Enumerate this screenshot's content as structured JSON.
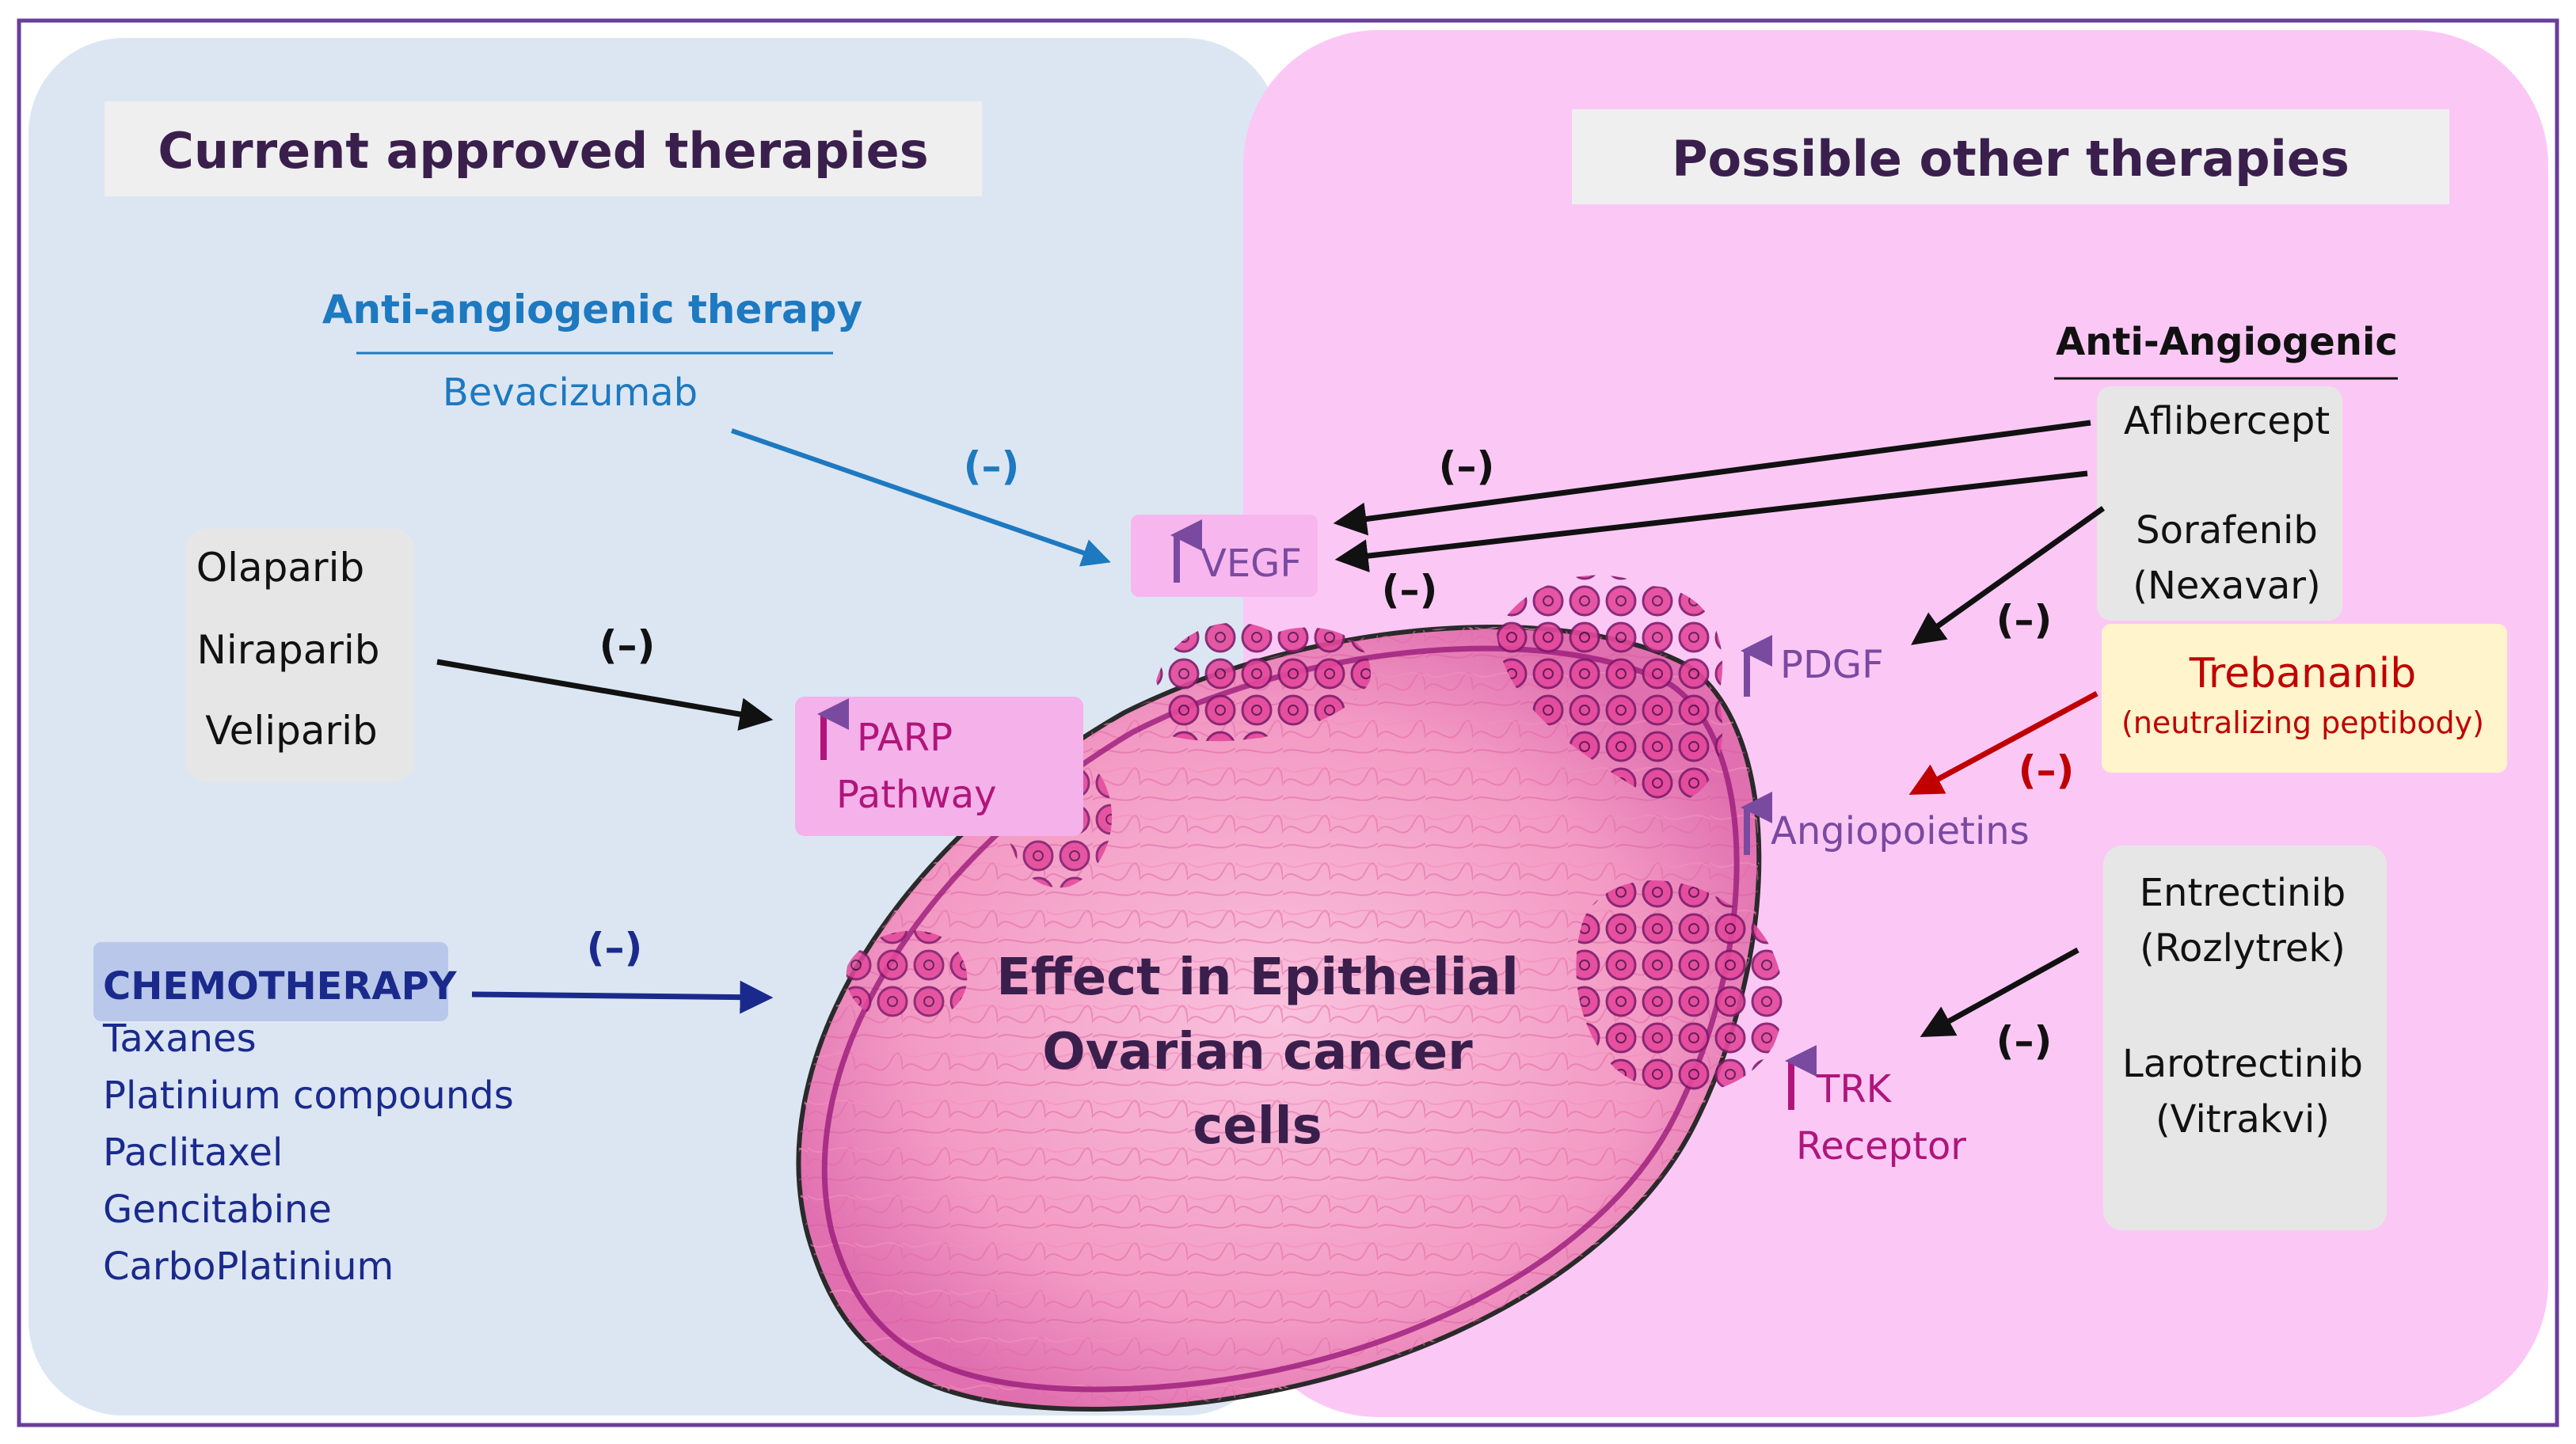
{
  "panels": {
    "left_title": "Current approved therapies",
    "right_title": "Possible other therapies"
  },
  "anti_angiogenic_therapy": {
    "heading": "Anti-angiogenic therapy",
    "drug": "Bevacizumab"
  },
  "parp_inhibitors": {
    "drugs": [
      "Olaparib",
      "Niraparib",
      "Veliparib"
    ]
  },
  "chemotherapy": {
    "heading": "CHEMOTHERAPY",
    "drugs": [
      "Taxanes",
      "Platinium compounds",
      "Paclitaxel",
      "Gencitabine",
      "CarboPlatinium"
    ]
  },
  "targets": {
    "vegf": "VEGF",
    "parp_line1": "PARP",
    "parp_line2": "Pathway",
    "pdgf": "PDGF",
    "angiopoietins": "Angiopoietins",
    "trk_line1": "TRK",
    "trk_line2": "Receptor"
  },
  "cell": {
    "line1": "Effect in Epithelial",
    "line2": "Ovarian cancer",
    "line3": "cells"
  },
  "right_side": {
    "anti_angiogenic_heading": "Anti-Angiogenic",
    "aflibercept": "Aflibercept",
    "sorafenib": "Sorafenib",
    "sorafenib_brand": "(Nexavar)",
    "trebananib": "Trebananib",
    "trebananib_note": "(neutralizing peptibody)",
    "entrectinib": "Entrectinib",
    "entrectinib_brand": "(Rozlytrek)",
    "larotrectinib": "Larotrectinib",
    "larotrectinib_brand": "(Vitrakvi)"
  },
  "inhibition_label": "(–)",
  "colors": {
    "frame": "#6a3d9a",
    "left_bg": "#dce6f3",
    "right_bg": "#fbc8f6",
    "title_box": "#efefef",
    "dark_title": "#3a1f4d",
    "blue_accent": "#1d79c0",
    "chemo_blue": "#1a2a8c",
    "purple_target": "#7a4aa0",
    "magenta_target": "#b0157a",
    "trebananib_red": "#c00000",
    "trebananib_bg": "#fff4cc",
    "gray_box": "#e6e6e6"
  }
}
